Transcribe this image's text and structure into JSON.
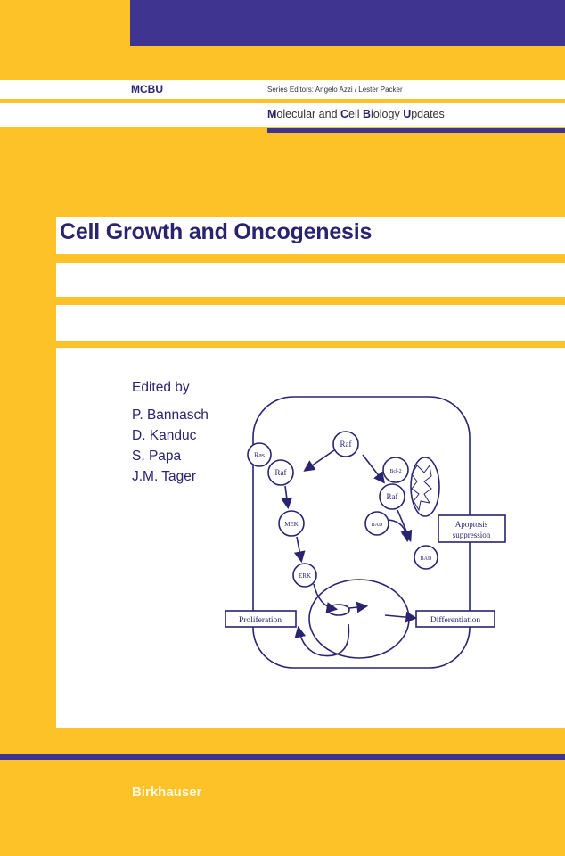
{
  "colors": {
    "background": "#fcc227",
    "accent": "#3f3590",
    "text": "#2a2370"
  },
  "series": {
    "abbr": "MCBU",
    "editors": "Series Editors: Angelo Azzi / Lester Packer",
    "name_parts": [
      {
        "initial": "M",
        "rest": "olecular and "
      },
      {
        "initial": "C",
        "rest": "ell "
      },
      {
        "initial": "B",
        "rest": "iology "
      },
      {
        "initial": "U",
        "rest": "pdates"
      }
    ]
  },
  "title": "Cell Growth and Oncogenesis",
  "edited_by": "Edited by",
  "editors": [
    "P. Bannasch",
    "D. Kanduc",
    "S. Papa",
    "J.M. Tager"
  ],
  "diagram": {
    "nodes": {
      "raf_top": "Raf",
      "ras": "Ras",
      "raf_left": "Raf",
      "mek": "MEK",
      "erk": "ERK",
      "bcl2": "Bcl-2",
      "raf_right": "Raf",
      "bad": "BAD",
      "bottom": "BAD"
    },
    "boxes": {
      "apoptosis_line1": "Apoptosis",
      "apoptosis_line2": "suppression",
      "proliferation": "Proliferation",
      "differentiation": "Differentiation"
    }
  },
  "publisher": "Birkhauser"
}
